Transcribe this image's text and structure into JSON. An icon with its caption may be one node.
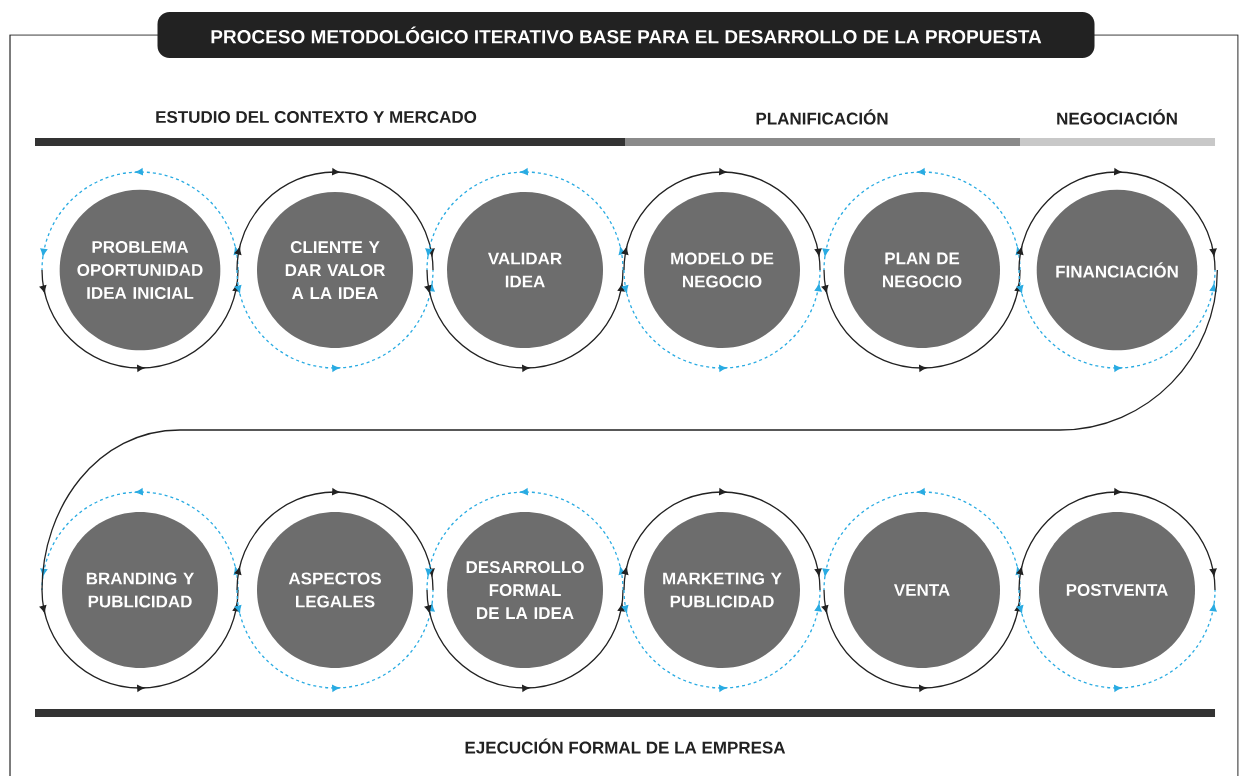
{
  "diagram": {
    "title": "PROCESO METODOLÓGICO ITERATIVO BASE PARA EL DESARROLLO DE LA PROPUESTA",
    "nodes": [
      {
        "text": [
          "PROBLEMA OPORTUNIDAD IDEA INICIAL"
        ]
      },
      {
        "text": [
          "CLIENTE Y DAR VALOR A LA IDEA"
        ]
      },
      {
        "text": [
          "VALIDAR IDEA"
        ]
      },
      {
        "text": [
          "MODELO DE NEGOCIO"
        ]
      },
      {
        "text": [
          "PLAN DE NEGOCIO"
        ]
      },
      {
        "text": [
          "FINANCIACIÓN"
        ]
      },
      {
        "text": [
          "BRANDING Y PUBLICIDAD"
        ]
      },
      {
        "text": [
          "ASPECTOS LEGALES"
        ]
      },
      {
        "text": [
          "DESARROLLO FORMAL DE LA IDEA"
        ]
      },
      {
        "text": [
          "MARKETING Y PUBLICIDAD"
        ]
      },
      {
        "text": [
          "VENTA"
        ]
      },
      {
        "text": [
          "POSTVENTA"
        ]
      }
    ],
    "edges": [
      {
        "from": 5,
        "to": 6,
        "arrow": "none"
      }
    ],
    "labels": [
      "ESTUDIO DEL CONTEXTO Y MERCADO",
      "PLANIFICACIÓN",
      "NEGOCIACIÓN",
      "EJECUCIÓN FORMAL DE LA EMPRESA"
    ]
  }
}
